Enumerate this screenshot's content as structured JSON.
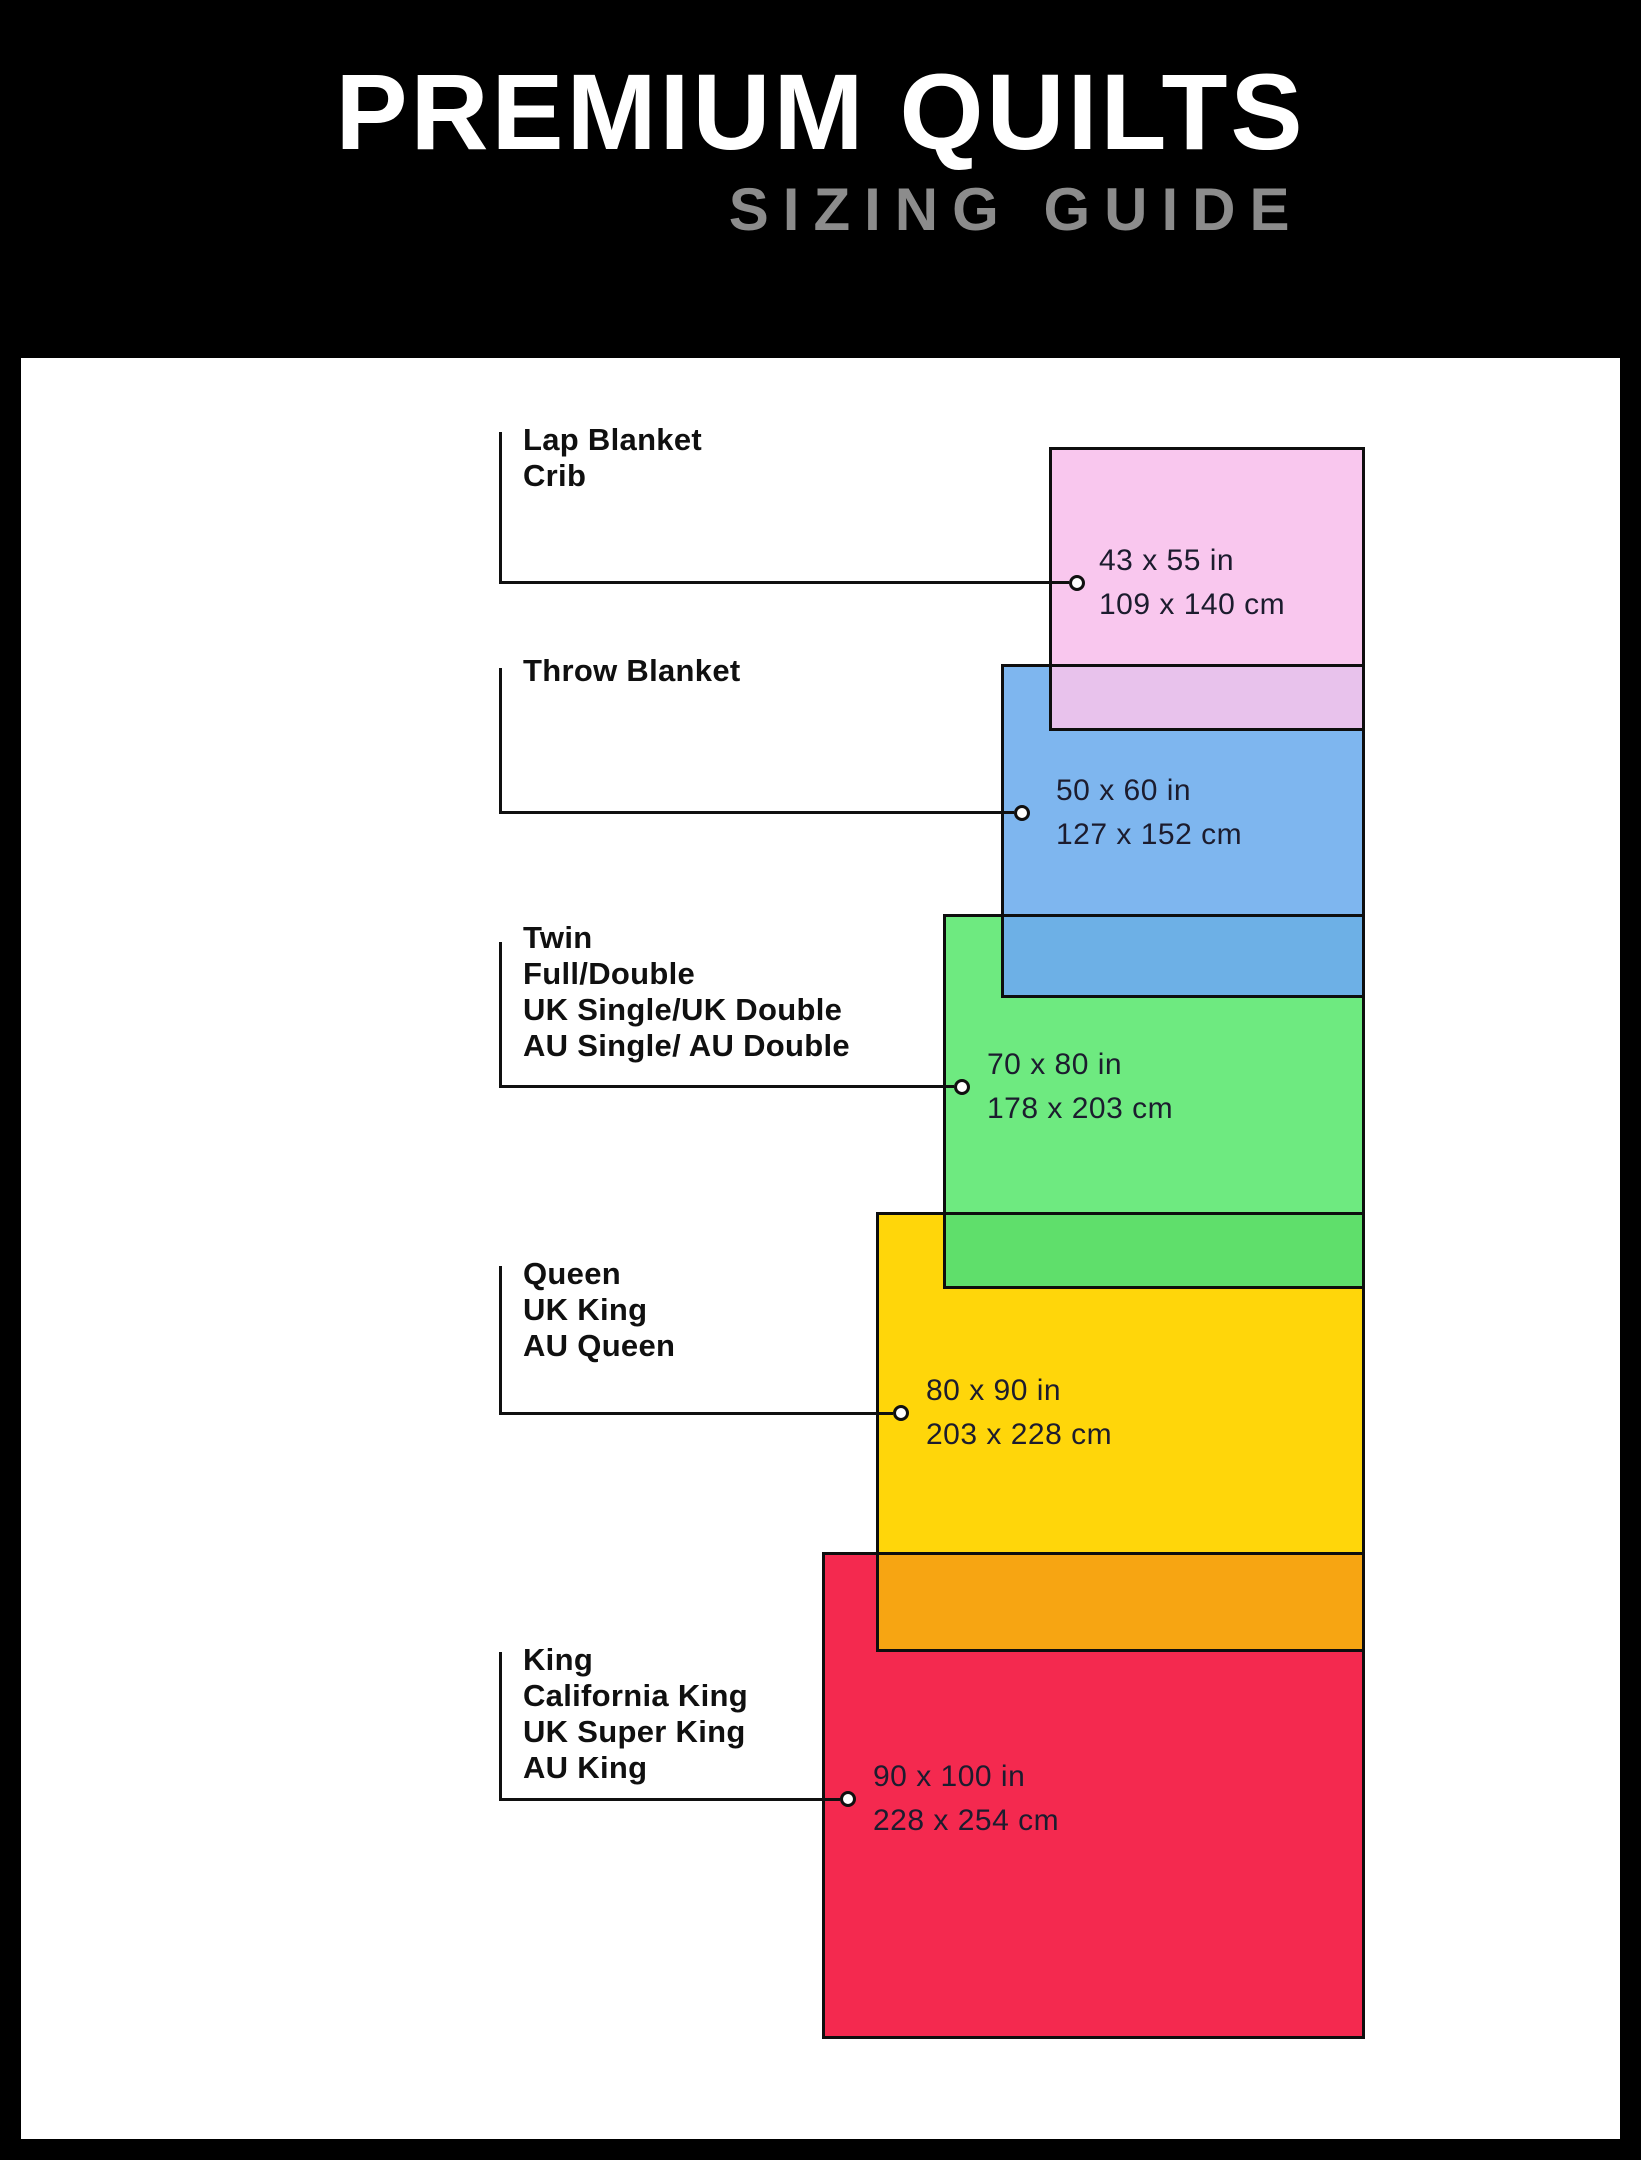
{
  "header": {
    "title": "PREMIUM QUILTS",
    "subtitle": "SIZING GUIDE"
  },
  "colors": {
    "background": "#000000",
    "panel": "#ffffff",
    "title_text": "#ffffff",
    "subtitle_text": "#8c8c8c",
    "outline": "#0e0e0e",
    "category_text": "#101010",
    "measure_text": "#1c1c2e"
  },
  "sizes": [
    {
      "labels": [
        "Lap Blanket",
        "Crib"
      ],
      "inches": "43 x 55 in",
      "centimeters": "109 x 140 cm",
      "color": "#f9c7ee"
    },
    {
      "labels": [
        "Throw Blanket"
      ],
      "inches": "50 x 60 in",
      "centimeters": "127 x 152 cm",
      "color": "#7eb6ef"
    },
    {
      "labels": [
        "Twin",
        "Full/Double",
        "UK Single/UK Double",
        "AU Single/ AU Double"
      ],
      "inches": "70 x 80 in",
      "centimeters": "178 x 203 cm",
      "color": "#6eea80"
    },
    {
      "labels": [
        "Queen",
        "UK King",
        "AU Queen"
      ],
      "inches": "80 x 90 in",
      "centimeters": "203 x 228 cm",
      "color": "#ffd60a"
    },
    {
      "labels": [
        "King",
        "California King",
        "UK Super King",
        "AU King"
      ],
      "inches": "90 x 100 in",
      "centimeters": "228 x 254 cm",
      "color": "#f4294f"
    }
  ],
  "overlaps": [
    {
      "between": "lap-blanket-crib and throw-blanket",
      "color": "#e8c2ec"
    },
    {
      "between": "throw-blanket and twin-double",
      "color": "#6db0e6"
    },
    {
      "between": "twin-double and queen",
      "color": "#5fdf6b"
    },
    {
      "between": "queen and king",
      "color": "#f7a512"
    }
  ]
}
